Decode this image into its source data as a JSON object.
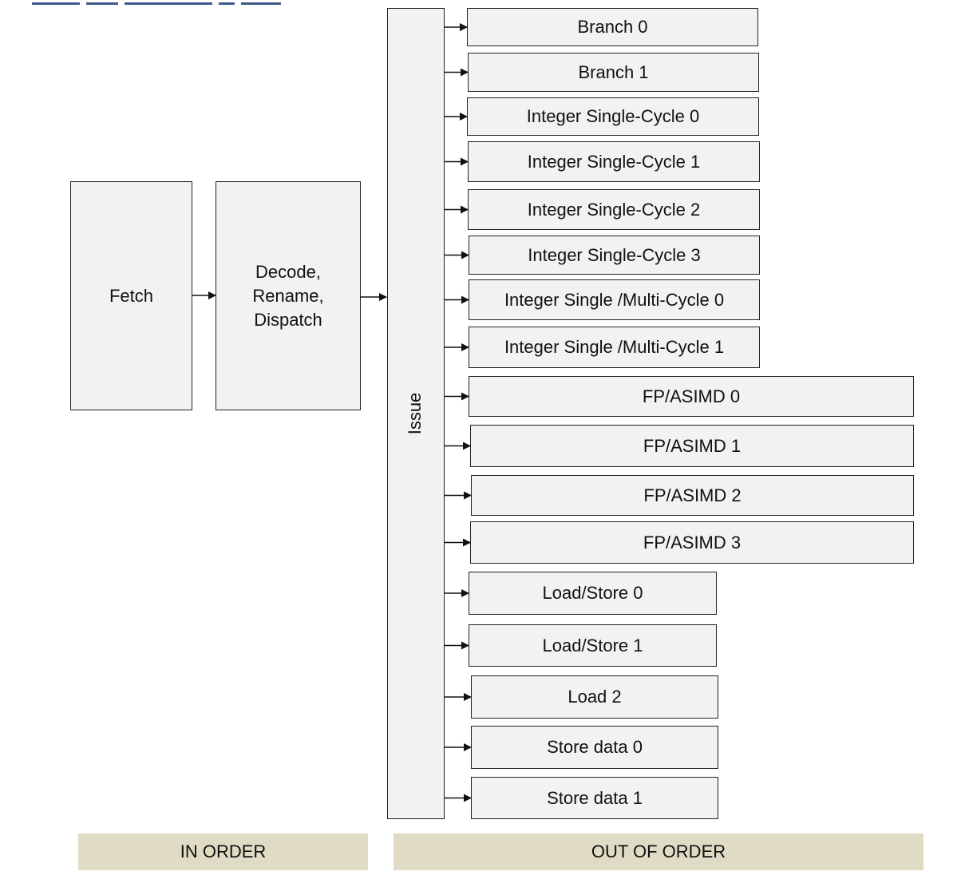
{
  "stages": {
    "fetch": "Fetch",
    "decode": [
      "Decode,",
      "Rename,",
      "Dispatch"
    ],
    "issue": "Issue"
  },
  "units": [
    "Branch 0",
    "Branch 1",
    "Integer Single-Cycle 0",
    "Integer Single-Cycle 1",
    "Integer Single-Cycle 2",
    "Integer Single-Cycle 3",
    "Integer Single /Multi-Cycle 0",
    "Integer Single /Multi-Cycle 1",
    "FP/ASIMD 0",
    "FP/ASIMD 1",
    "FP/ASIMD 2",
    "FP/ASIMD 3",
    "Load/Store 0",
    "Load/Store 1",
    "Load 2",
    "Store data 0",
    "Store data 1"
  ],
  "bands": {
    "in_order": "IN ORDER",
    "out_of_order": "OUT OF ORDER"
  },
  "colors": {
    "box_fill": "#f2f2f2",
    "band_fill": "#e0dbc4",
    "stroke": "#222222"
  }
}
